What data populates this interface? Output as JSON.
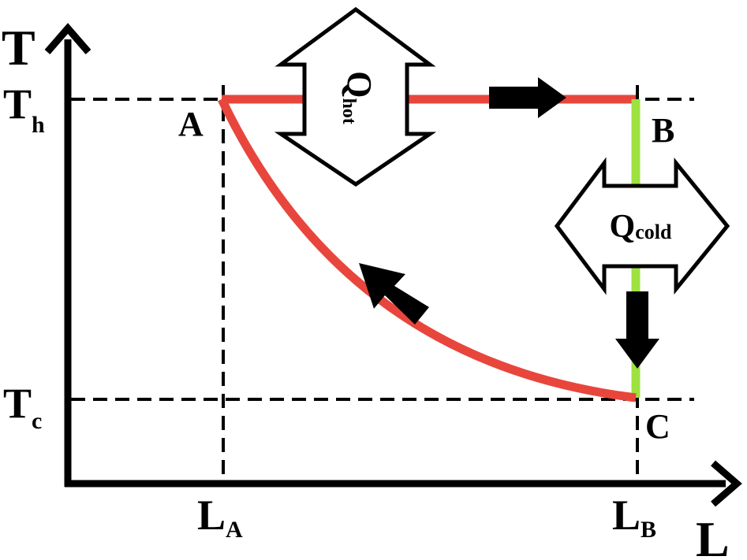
{
  "axes": {
    "y_label": "T",
    "x_label": "L"
  },
  "y_ticks": {
    "hot": {
      "main": "T",
      "sub": "h"
    },
    "cold": {
      "main": "T",
      "sub": "c"
    }
  },
  "x_ticks": {
    "a": {
      "main": "L",
      "sub": "A"
    },
    "b": {
      "main": "L",
      "sub": "B"
    }
  },
  "points": {
    "a": "A",
    "b": "B",
    "c": "C"
  },
  "heat": {
    "hot": {
      "main": "Q",
      "sub": "hot"
    },
    "cold": {
      "main": "Q",
      "sub": "cold"
    }
  },
  "colors": {
    "hot_path": "#e8463c",
    "cold_path": "#9de23f",
    "axis": "#000000",
    "arrow_fill": "#000000",
    "heat_arrow_fill": "#ffffff"
  }
}
